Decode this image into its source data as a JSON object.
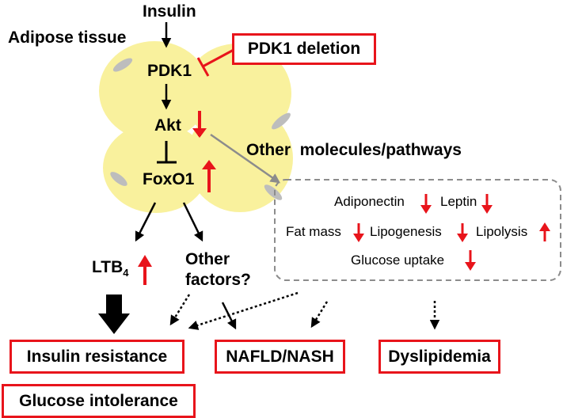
{
  "diagram": {
    "insulin": "Insulin",
    "adipose_tissue": "Adipose tissue",
    "pdk1": "PDK1",
    "pdk1_deletion": "PDK1 deletion",
    "akt": "Akt",
    "foxo1": "FoxO1",
    "other_pathways": "Other  molecules/pathways",
    "ltb4_main": "LTB",
    "ltb4_sub": "4",
    "other_factors_line1": "Other",
    "other_factors_line2": "factors?",
    "molecules": {
      "adiponectin": "Adiponectin",
      "leptin": "Leptin",
      "fat_mass": "Fat mass",
      "lipogenesis": "Lipogenesis",
      "lipolysis": "Lipolysis",
      "glucose_uptake": "Glucose uptake"
    },
    "outcomes": {
      "insulin_resistance": "Insulin resistance",
      "glucose_intolerance": "Glucose intolerance",
      "nafld_nash": "NAFLD/NASH",
      "dyslipidemia": "Dyslipidemia"
    },
    "colors": {
      "adipocyte_fill": "#f9f19d",
      "nucleus": "#bdbdbd",
      "accent_red": "#e8141b",
      "arrow_black": "#000000",
      "arrow_gray": "#8c8c8c",
      "dashed_border": "#8c8c8c"
    }
  }
}
